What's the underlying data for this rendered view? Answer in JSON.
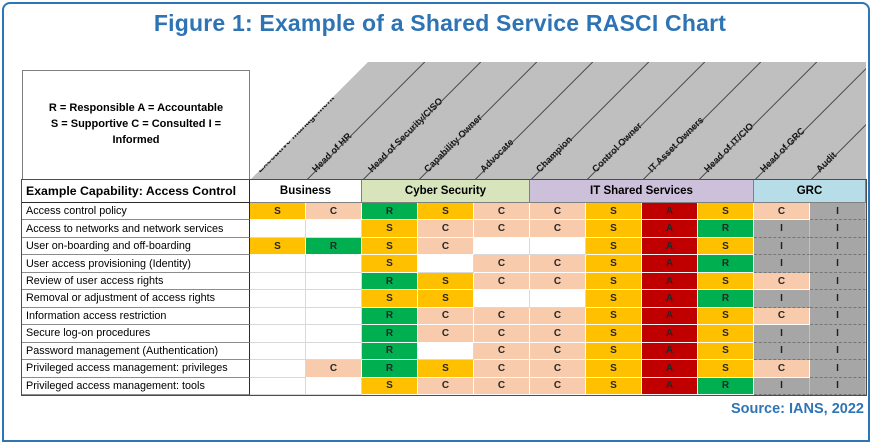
{
  "figure": {
    "title": "Figure 1: Example of a Shared Service RASCI Chart",
    "border_color": "#2E75B6",
    "title_color": "#2E74B5"
  },
  "legend": {
    "lines": [
      "R = Responsible   A = Accountable",
      "S = Supportive  C = Consulted   I =",
      "Informed"
    ]
  },
  "corner_header": "Example Capability: Access Control",
  "cell_colors": {
    "S": "#FFC000",
    "C": "#F8CBAD",
    "R": "#00B050",
    "A": "#C00000",
    "I": "#A6A6A6",
    "header_band": "#BFBFBF"
  },
  "source_note": "Source: IANS, 2022",
  "chart_data": {
    "type": "table",
    "title": "Figure 1: Example of a Shared Service RASCI Chart",
    "legend_meaning": {
      "R": "Responsible",
      "A": "Accountable",
      "S": "Supportive",
      "C": "Consulted",
      "I": "Informed"
    },
    "columns": [
      "Executive management",
      "Head of HR",
      "Head of Security/CISO",
      "Capability Owner",
      "Advocate",
      "Champion",
      "Control Owner",
      "IT Asset Owners",
      "Head of IT/CIO",
      "Head of GRC",
      "Audit"
    ],
    "groups": [
      {
        "label": "Business",
        "span": 2,
        "color": "#FFFFFF"
      },
      {
        "label": "Cyber Security",
        "span": 3,
        "color": "#D7E4BC"
      },
      {
        "label": "IT Shared Services",
        "span": 4,
        "color": "#CCC0DA"
      },
      {
        "label": "GRC",
        "span": 2,
        "color": "#B7DEE8"
      }
    ],
    "rows": [
      {
        "label": "Access control policy",
        "values": [
          "S",
          "C",
          "R",
          "S",
          "C",
          "C",
          "S",
          "A",
          "S",
          "C",
          "I"
        ]
      },
      {
        "label": "Access to networks and network services",
        "values": [
          "",
          "",
          "S",
          "C",
          "C",
          "C",
          "S",
          "A",
          "R",
          "I",
          "I"
        ]
      },
      {
        "label": "User on-boarding and off-boarding",
        "values": [
          "S",
          "R",
          "S",
          "C",
          "",
          "",
          "S",
          "A",
          "S",
          "I",
          "I"
        ]
      },
      {
        "label": "User access provisioning (Identity)",
        "values": [
          "",
          "",
          "S",
          "",
          "C",
          "C",
          "S",
          "A",
          "R",
          "I",
          "I"
        ]
      },
      {
        "label": "Review of user access rights",
        "values": [
          "",
          "",
          "R",
          "S",
          "C",
          "C",
          "S",
          "A",
          "S",
          "C",
          "I"
        ]
      },
      {
        "label": "Removal or adjustment of access rights",
        "values": [
          "",
          "",
          "S",
          "S",
          "",
          "",
          "S",
          "A",
          "R",
          "I",
          "I"
        ]
      },
      {
        "label": "Information access restriction",
        "values": [
          "",
          "",
          "R",
          "C",
          "C",
          "C",
          "S",
          "A",
          "S",
          "C",
          "I"
        ]
      },
      {
        "label": "Secure log-on procedures",
        "values": [
          "",
          "",
          "R",
          "C",
          "C",
          "C",
          "S",
          "A",
          "S",
          "I",
          "I"
        ]
      },
      {
        "label": "Password management (Authentication)",
        "values": [
          "",
          "",
          "R",
          "",
          "C",
          "C",
          "S",
          "A",
          "S",
          "I",
          "I"
        ]
      },
      {
        "label": "Privileged access management: privileges",
        "values": [
          "",
          "C",
          "R",
          "S",
          "C",
          "C",
          "S",
          "A",
          "S",
          "C",
          "I"
        ]
      },
      {
        "label": "Privileged access management: tools",
        "values": [
          "",
          "",
          "S",
          "C",
          "C",
          "C",
          "S",
          "A",
          "R",
          "I",
          "I"
        ]
      }
    ]
  }
}
